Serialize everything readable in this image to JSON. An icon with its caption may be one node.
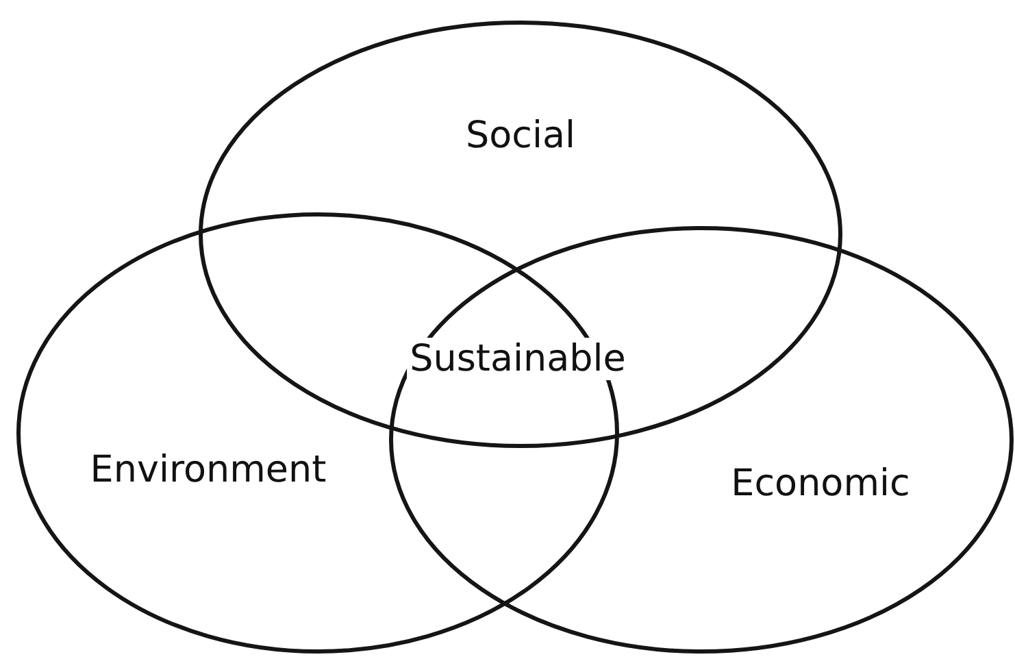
{
  "diagram": {
    "nodes": [
      {
        "text": [
          "Social"
        ]
      },
      {
        "text": [
          "Environment"
        ]
      },
      {
        "text": [
          "Economic"
        ]
      }
    ],
    "labels": [
      "Sustainable"
    ]
  }
}
